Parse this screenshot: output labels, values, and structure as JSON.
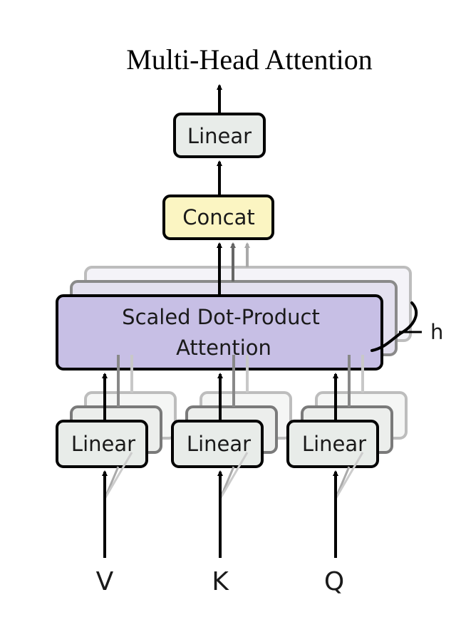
{
  "title": "Multi-Head Attention",
  "colors": {
    "linear_fill": "#e8ece9",
    "concat_fill": "#fbf5c2",
    "attention_fill": "#c7bfe5",
    "outline": "#000000",
    "background": "#ffffff"
  },
  "blocks": {
    "output_linear": "Linear",
    "concat": "Concat",
    "attention_line1": "Scaled Dot-Product",
    "attention_line2": "Attention",
    "linear_v": "Linear",
    "linear_k": "Linear",
    "linear_q": "Linear"
  },
  "heads_label": "h",
  "inputs": {
    "v": "V",
    "k": "K",
    "q": "Q"
  }
}
